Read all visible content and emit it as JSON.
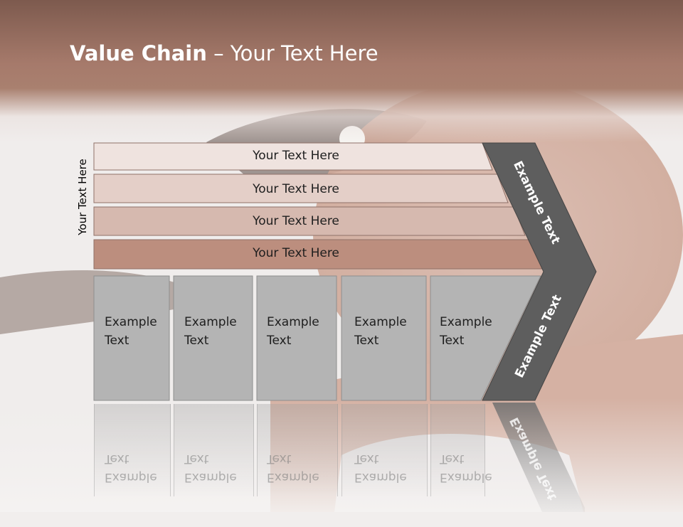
{
  "title": {
    "bold": "Value Chain",
    "rest": " – Your Text Here"
  },
  "side_label": "Your Text Here",
  "bars": [
    {
      "label": "Your Text Here"
    },
    {
      "label": "Your Text Here"
    },
    {
      "label": "Your Text Here"
    },
    {
      "label": "Your Text Here"
    }
  ],
  "columns": [
    {
      "line1": "Example",
      "line2": "Text"
    },
    {
      "line1": "Example",
      "line2": "Text"
    },
    {
      "line1": "Example",
      "line2": "Text"
    },
    {
      "line1": "Example",
      "line2": "Text"
    },
    {
      "line1": "Example",
      "line2": "Text"
    }
  ],
  "chevron": {
    "top_label": "Example Text",
    "bottom_label": "Example Text"
  },
  "colors": {
    "title_band": "#a67a6b",
    "bar_1": "#efe3df",
    "bar_2": "#e4cfc8",
    "bar_3": "#d6b9af",
    "bar_4": "#bc8e7e",
    "column": "#b4b4b4",
    "chevron": "#5e5e5e"
  }
}
